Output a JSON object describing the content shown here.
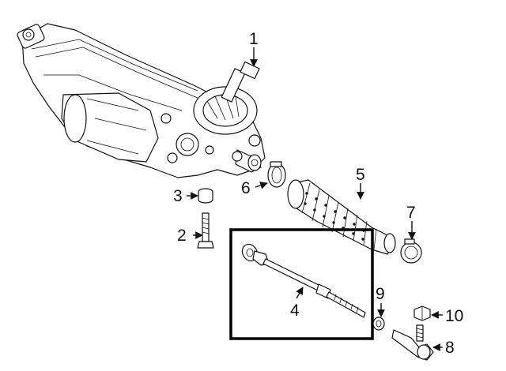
{
  "callouts": [
    {
      "id": "1",
      "label": "1"
    },
    {
      "id": "2",
      "label": "2"
    },
    {
      "id": "3",
      "label": "3"
    },
    {
      "id": "4",
      "label": "4"
    },
    {
      "id": "5",
      "label": "5"
    },
    {
      "id": "6",
      "label": "6"
    },
    {
      "id": "7",
      "label": "7"
    },
    {
      "id": "8",
      "label": "8"
    },
    {
      "id": "9",
      "label": "9"
    },
    {
      "id": "10",
      "label": "10"
    }
  ],
  "highlight": {
    "color": "#000000",
    "item": "4"
  },
  "colors": {
    "line": "#111111",
    "background": "#ffffff"
  }
}
